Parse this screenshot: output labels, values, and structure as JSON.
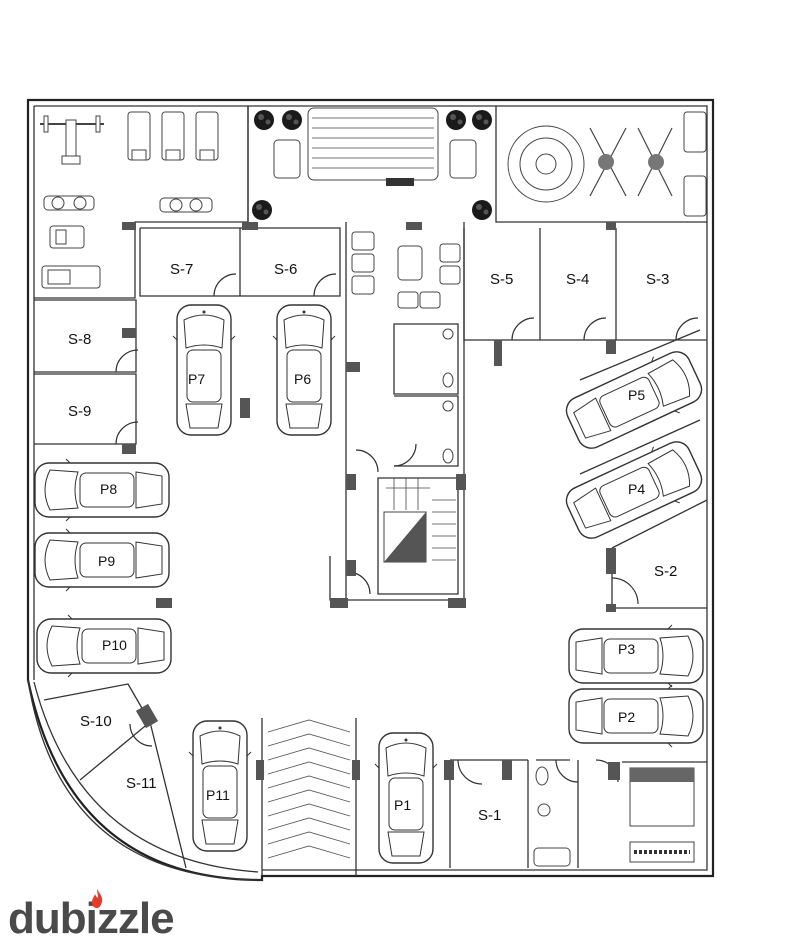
{
  "labels": {
    "s1": "S-1",
    "s2": "S-2",
    "s3": "S-3",
    "s4": "S-4",
    "s5": "S-5",
    "s6": "S-6",
    "s7": "S-7",
    "s8": "S-8",
    "s9": "S-9",
    "s10": "S-10",
    "s11": "S-11",
    "p1": "P1",
    "p2": "P2",
    "p3": "P3",
    "p4": "P4",
    "p5": "P5",
    "p6": "P6",
    "p7": "P7",
    "p8": "P8",
    "p9": "P9",
    "p10": "P10",
    "p11": "P11"
  },
  "brand": {
    "logo_text": "dubizzle",
    "flame_color": "#e8392d",
    "text_color": "#4a4a4a"
  }
}
